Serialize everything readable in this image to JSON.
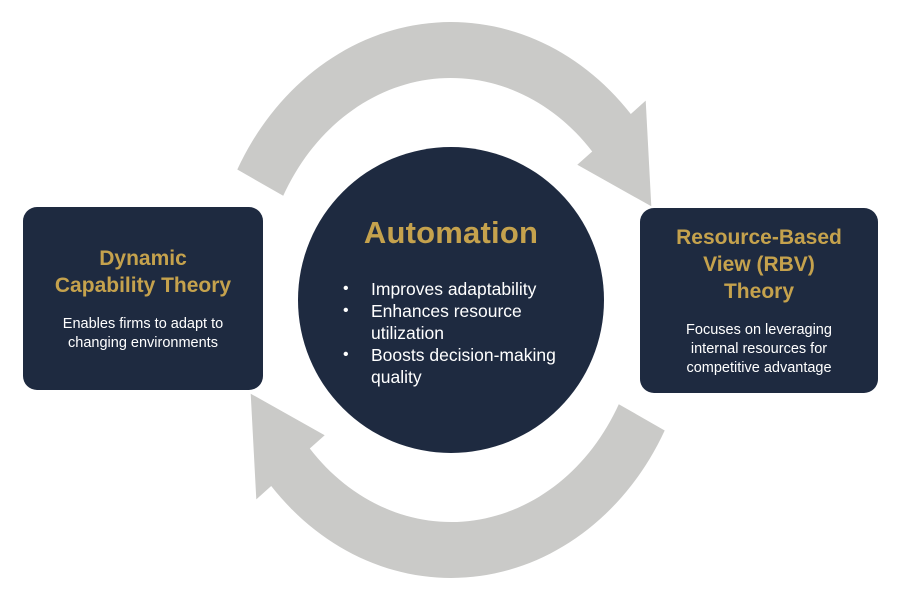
{
  "colors": {
    "background": "#FFFFFF",
    "navy": "#1E2A40",
    "gold": "#C5A24D",
    "arrow_gray": "#CACAC8",
    "body_text": "#FFFFFF"
  },
  "center_circle": {
    "title": "Automation",
    "bullets": [
      "Improves adaptability",
      "Enhances resource utilization",
      "Boosts decision-making quality"
    ]
  },
  "left_box": {
    "title": "Dynamic Capability Theory",
    "title_lines": [
      "Dynamic",
      "Capability Theory"
    ],
    "description_lines": [
      "Enables firms to adapt to",
      "changing environments"
    ]
  },
  "right_box": {
    "title": "Resource-Based View (RBV) Theory",
    "title_lines": [
      "Resource-Based",
      "View (RBV)",
      "Theory"
    ],
    "description_lines": [
      "Focuses on leveraging",
      "internal resources for",
      "competitive advantage"
    ]
  },
  "cycle": {
    "direction": "clockwise",
    "top_arrow": "curves left-to-right over the top, arrowhead points toward right box",
    "bottom_arrow": "curves right-to-left under the bottom, arrowhead points toward left box"
  }
}
